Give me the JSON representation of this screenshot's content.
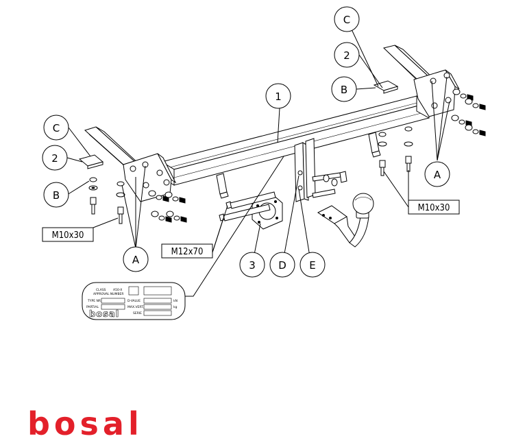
{
  "callouts": {
    "c_top": "C",
    "two_top": "2",
    "b_top": "B",
    "one": "1",
    "c_left": "C",
    "two_left": "2",
    "b_left": "B",
    "a_left": "A",
    "a_right": "A",
    "three": "3",
    "d": "D",
    "e": "E"
  },
  "bolt_labels": {
    "left": "M10x30",
    "right": "M10x30",
    "center": "M12x70"
  },
  "plate": {
    "class_label": "CLASS",
    "class_value": "A50-X",
    "approval_label": "APPROVAL NUMBER",
    "type_label": "TYPE NR.",
    "partial_label": "PARTIAL",
    "dvalue_label": "D-VALUE",
    "dvalue_unit": "kN",
    "s_label": "MAX.VERT.",
    "s_unit": "kg",
    "serial_label": "SERIE",
    "brand": "bosal"
  },
  "logo": {
    "text": "bosal",
    "color": "#e3202a"
  }
}
